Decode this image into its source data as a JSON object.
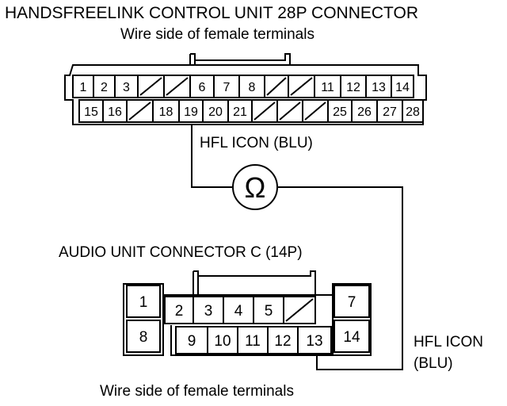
{
  "title_top": "HANDSFREELINK CONTROL UNIT 28P CONNECTOR",
  "subtitle_top": "Wire side of female terminals",
  "hfl_label_1": "HFL ICON (BLU)",
  "meter_symbol": "Ω",
  "title_audio": "AUDIO UNIT CONNECTOR C (14P)",
  "hfl_label_2_line1": "HFL ICON",
  "hfl_label_2_line2": "(BLU)",
  "subtitle_bottom": "Wire side of female terminals",
  "connector_28p": {
    "row1": [
      "1",
      "2",
      "3",
      "",
      "",
      "6",
      "7",
      "8",
      "",
      "",
      "11",
      "12",
      "13",
      "14"
    ],
    "row1_empty": [
      false,
      false,
      false,
      true,
      true,
      false,
      false,
      false,
      true,
      true,
      false,
      false,
      false,
      false
    ],
    "row2": [
      "15",
      "16",
      "",
      "18",
      "19",
      "20",
      "21",
      "",
      "",
      "",
      "25",
      "26",
      "27",
      "28"
    ],
    "row2_empty": [
      false,
      false,
      true,
      false,
      false,
      false,
      false,
      true,
      true,
      true,
      false,
      false,
      false,
      false
    ]
  },
  "connector_14p": {
    "left_column": [
      "1",
      "8"
    ],
    "row1": [
      "2",
      "3",
      "4",
      "5",
      ""
    ],
    "row1_empty": [
      false,
      false,
      false,
      false,
      true
    ],
    "row2": [
      "9",
      "10",
      "11",
      "12",
      "13"
    ],
    "right_column": [
      "7",
      "14"
    ]
  }
}
